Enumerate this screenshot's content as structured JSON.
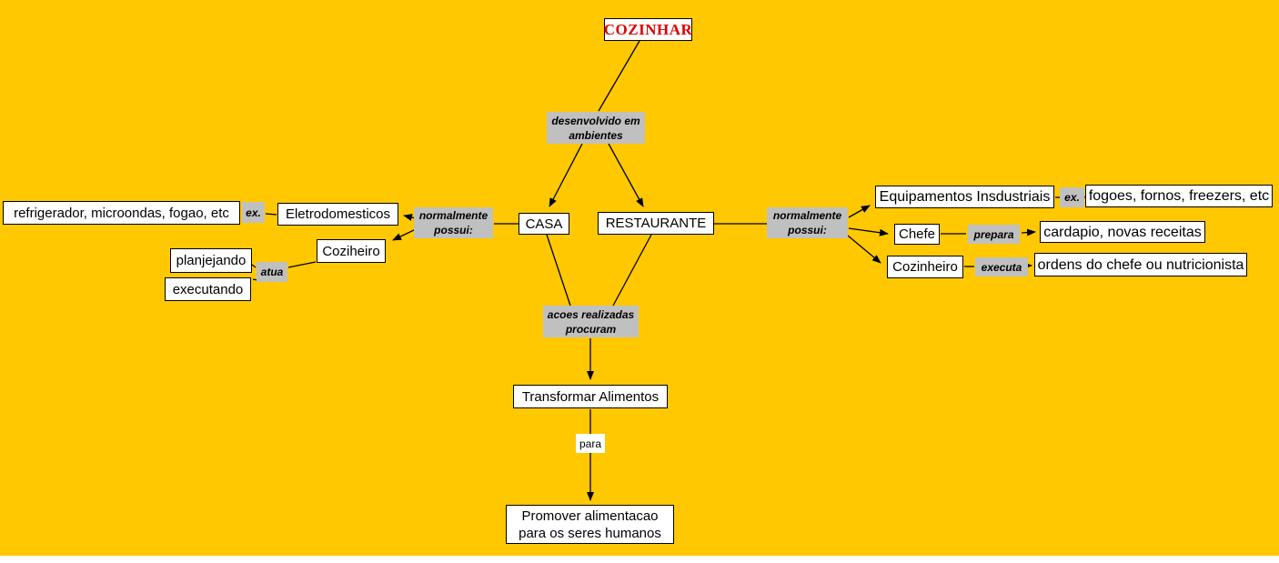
{
  "canvas": {
    "background_color": "#FFC800",
    "node_background": "#FFFFFF",
    "node_border": "#000000",
    "link_label_background": "#C0C0C0",
    "title_text_color": "#DD0000"
  },
  "nodes": {
    "cozinhar": "COZINHAR",
    "refrigerador": "refrigerador, microondas, fogao, etc",
    "eletrodomesticos": "Eletrodomesticos",
    "casa": "CASA",
    "restaurante": "RESTAURANTE",
    "coziheiro": "Coziheiro",
    "planjejando": "planjejando",
    "executando": "executando",
    "equipamentos": "Equipamentos Insdustriais",
    "fogoes": "fogoes, fornos, freezers, etc",
    "chefe": "Chefe",
    "cardapio": "cardapio, novas receitas",
    "cozinheiro": "Cozinheiro",
    "ordens": "ordens do chefe ou nutricionista",
    "transformar": "Transformar Alimentos",
    "promover": "Promover alimentacao\npara os seres humanos"
  },
  "link_labels": {
    "desenvolvido": "desenvolvido em\nambientes",
    "normalmente_casa": "normalmente\npossui:",
    "ex_esquerda": "ex.",
    "atua": "atua",
    "acoes": "acoes realizadas\nprocuram",
    "normalmente_restaurante": "normalmente\npossui:",
    "ex_direita": "ex.",
    "prepara": "prepara",
    "executa": "executa",
    "para": "para"
  }
}
